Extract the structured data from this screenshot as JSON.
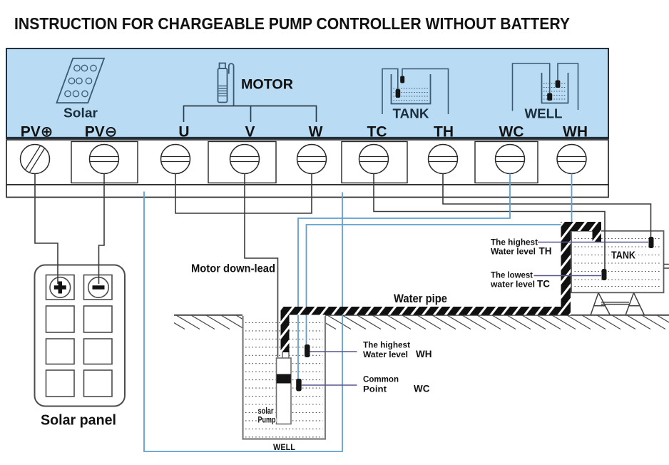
{
  "title": "INSTRUCTION FOR CHARGEABLE PUMP CONTROLLER WITHOUT BATTERY",
  "colors": {
    "panel_fill": "#b9dcf4",
    "ink": "#111111",
    "wire_black": "#3a3a3a",
    "wire_blue": "#5f9fd0",
    "pointer_navy": "#56568e",
    "icon_stroke": "#3b5a72",
    "gray_border": "#6e6e6e"
  },
  "panel": {
    "solar_label": "Solar",
    "motor_label": "MOTOR",
    "tank_label": "TANK",
    "well_label": "WELL",
    "terminals": {
      "pv_plus": "PV⊕",
      "pv_minus": "PV⊖",
      "u": "U",
      "v": "V",
      "w": "W",
      "tc": "TC",
      "th": "TH",
      "wc": "WC",
      "wh": "WH"
    }
  },
  "diagram": {
    "motor_down_lead": "Motor down-lead",
    "water_pipe": "Water pipe",
    "solar_panel": "Solar panel",
    "pump_line1": "solar",
    "pump_line2": "Pump",
    "well": "WELL",
    "tank": "TANK",
    "tank_high": {
      "line1": "The highest",
      "line2": "Water level",
      "code": "TH"
    },
    "tank_low": {
      "line1": "The lowest",
      "line2": "water level",
      "code": "TC"
    },
    "well_high": {
      "line1": "The highest",
      "line2": "Water level",
      "code": "WH"
    },
    "well_common": {
      "line1": "Common",
      "line2": "Point",
      "code": "WC"
    }
  }
}
